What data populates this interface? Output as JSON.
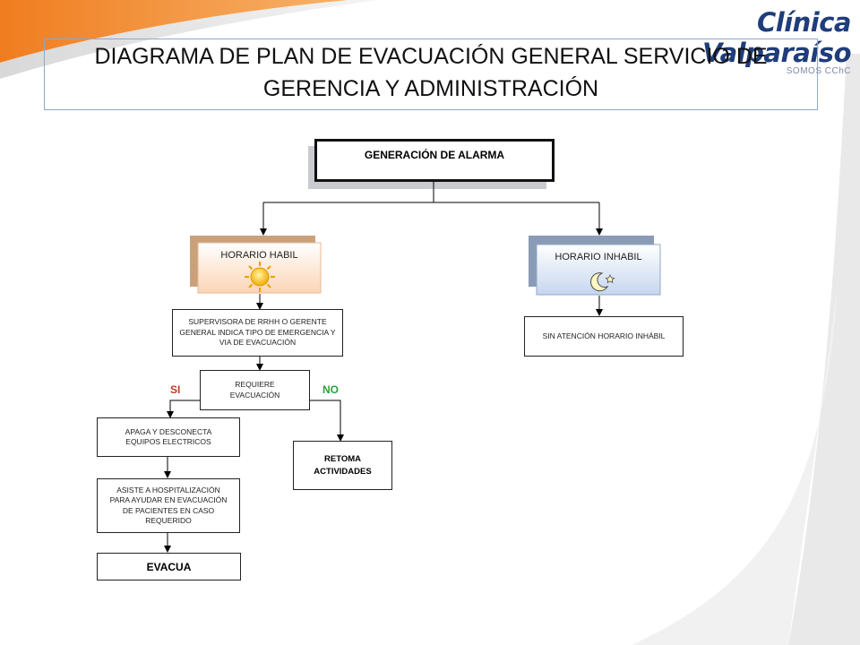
{
  "header": {
    "brand_name": "Clínica Valparaíso",
    "brand_tagline": "SOMOS CChC",
    "title": "DIAGRAMA DE PLAN DE EVACUACIÓN GENERAL SERVICIO DE GERENCIA Y ADMINISTRACIÓN"
  },
  "diagram": {
    "alarm": "GENERACIÓN DE ALARMA",
    "business_hours": "HORARIO HABIL",
    "after_hours": "HORARIO INHABIL",
    "supervisor_step": "SUPERVISORA DE RRHH O GERENTE GENERAL INDICA TIPO DE EMERGENCIA Y VIA DE EVACUACIÓN",
    "no_attention": "SIN ATENCIÓN HORARIO INHÁBIL",
    "decision": "REQUIERE EVACUACIÓN",
    "yes_label": "SI",
    "no_label": "NO",
    "shutdown_step": "APAGA Y DESCONECTA EQUIPOS ELECTRICOS",
    "resume_step": "RETOMA ACTIVIDADES",
    "assist_step": "ASISTE A HOSPITALIZACIÓN PARA AYUDAR EN EVACUACIÓN DE PACIENTES EN CASO REQUERIDO",
    "evacuate_step": "EVACUA"
  },
  "icons": {
    "sun": "sun-icon",
    "moon": "moon-icon"
  },
  "colors": {
    "brand": "#1f3d7a",
    "swoosh": "#f28c28",
    "business_hours_fill": "#fde3cf",
    "after_hours_fill": "#d9e4f5",
    "yes": "#c0392b",
    "no": "#2e9e3f"
  }
}
